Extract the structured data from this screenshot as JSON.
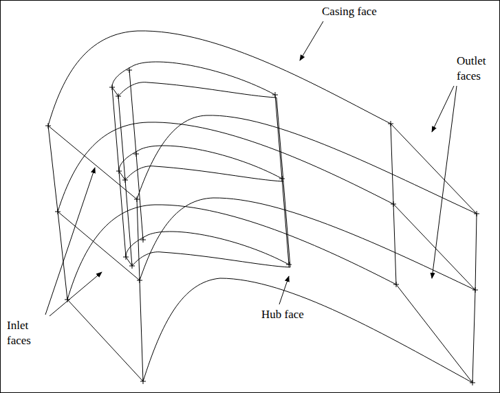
{
  "diagram": {
    "labels": [
      "Casing face",
      "Outlet faces",
      "Inlet faces",
      "Hub face"
    ]
  }
}
